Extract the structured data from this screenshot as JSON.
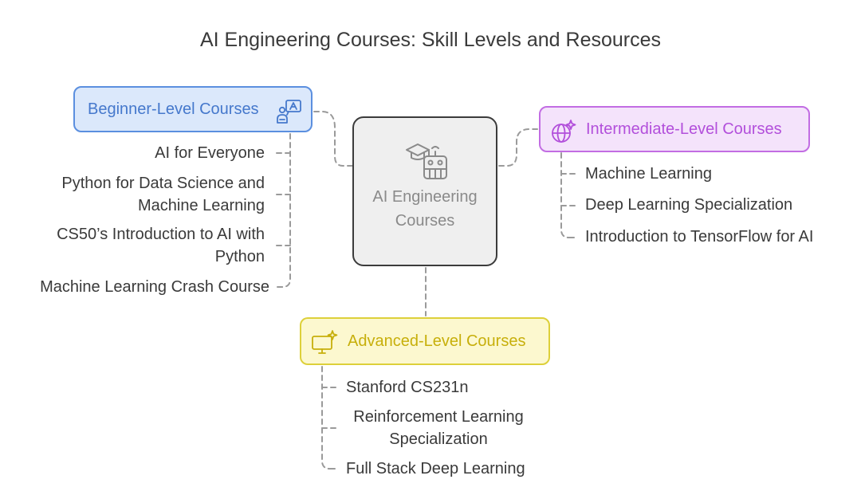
{
  "title": "AI Engineering Courses: Skill Levels and Resources",
  "center": {
    "label": "AI Engineering Courses",
    "icons": [
      "graduation-cap-icon",
      "robot-icon"
    ]
  },
  "branches": {
    "beginner": {
      "label": "Beginner-Level Courses",
      "icon": "person-speaking-icon",
      "color": "#5b8fdf",
      "items": [
        "AI for Everyone",
        "Python for Data Science and Machine Learning",
        "CS50’s Introduction to AI with Python",
        "Machine Learning Crash Course"
      ]
    },
    "intermediate": {
      "label": "Intermediate-Level Courses",
      "icon": "sparkle-globe-icon",
      "color": "#c26de3",
      "items": [
        "Machine Learning",
        "Deep Learning Specialization",
        "Introduction to TensorFlow for AI"
      ]
    },
    "advanced": {
      "label": "Advanced-Level Courses",
      "icon": "sparkle-monitor-icon",
      "color": "#ddd03a",
      "items": [
        "Stanford CS231n",
        "Reinforcement Learning Specialization",
        "Full Stack Deep Learning"
      ]
    }
  }
}
